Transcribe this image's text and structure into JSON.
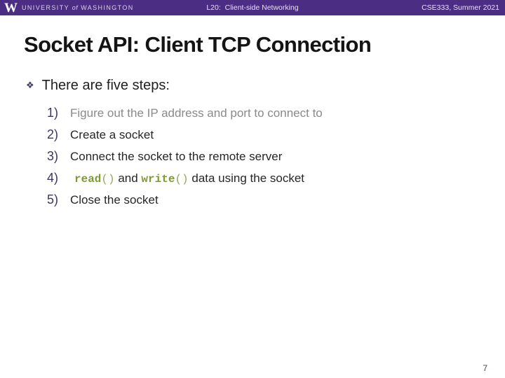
{
  "header": {
    "logo_letter": "W",
    "university_word1": "UNIVERSITY",
    "university_of": "of",
    "university_word2": "WASHINGTON",
    "lecture_title": "L20:  Client-side Networking",
    "course_term": "CSE333, Summer 2021"
  },
  "slide": {
    "title": "Socket API: Client TCP Connection",
    "bullet_glyph": "❖",
    "intro": "There are five steps:",
    "steps": [
      {
        "num": "1)",
        "text": "Figure out the IP address and port to connect to"
      },
      {
        "num": "2)",
        "text": "Create a socket"
      },
      {
        "num": "3)",
        "text": "Connect the socket to the remote server"
      },
      {
        "num": "4)",
        "segments": {
          "code1": "read",
          "paren1": "()",
          "mid": " and ",
          "code2": "write",
          "paren2": "()",
          "tail": " data using the socket"
        }
      },
      {
        "num": "5)",
        "text": "Close the socket"
      }
    ],
    "page_number": "7"
  },
  "colors": {
    "header_purple": "#4b2e83",
    "code_green": "#7d9c2e",
    "number_purple": "#3e3464",
    "muted_gray": "#8a8a8a"
  }
}
